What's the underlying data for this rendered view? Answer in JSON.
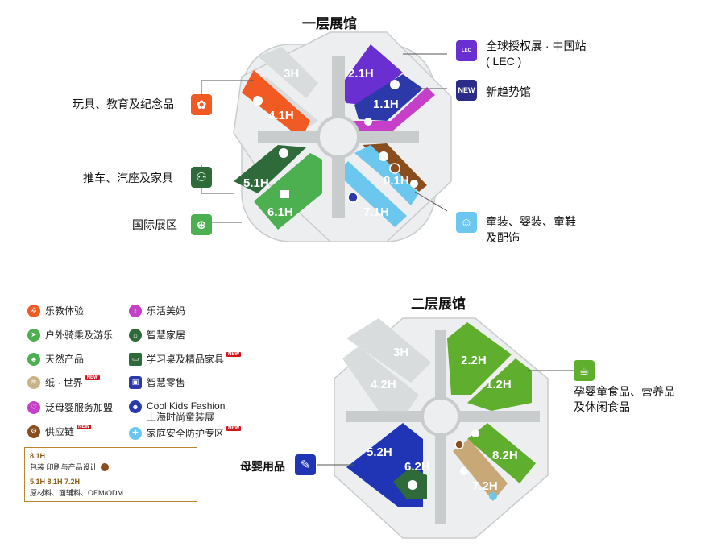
{
  "floor1": {
    "title": "一层展馆",
    "halls": [
      "3H",
      "2.1H",
      "1.1H",
      "4.1H",
      "5.1H",
      "6.1H",
      "7.1H",
      "8.1H"
    ],
    "callouts": {
      "lec_line1": "全球授权展 · 中国站",
      "lec_line2": "( LEC )",
      "new_trend": "新趋势馆",
      "new_badge": "NEW",
      "toys": "玩具、教育及纪念品",
      "stroller": "推车、汽座及家具",
      "intl": "国际展区",
      "apparel_line1": "童装、婴装、童鞋",
      "apparel_line2": "及配饰"
    }
  },
  "floor2": {
    "title": "二层展馆",
    "halls": [
      "3H",
      "4.2H",
      "2.2H",
      "1.2H",
      "5.2H",
      "6.2H",
      "8.2H",
      "7.2H"
    ],
    "callouts": {
      "food_line1": "孕婴童食品、营养品",
      "food_line2": "及休闲食品",
      "maternal": "母婴用品"
    }
  },
  "legend": {
    "left": [
      "乐教体验",
      "户外骑乘及游乐",
      "天然产品",
      "纸 · 世界",
      "泛母婴服务加盟",
      "供应链"
    ],
    "right": [
      "乐活美妈",
      "智慧家居",
      "学习桌及精品家具",
      "智慧零售",
      "Cool Kids Fashion",
      "家庭安全防护专区"
    ],
    "right_sub": "上海时尚童装展",
    "new_label": "NEW"
  },
  "note": {
    "h1": "8.1H",
    "l1": "包装 印刷与产品设计",
    "h2": "5.1H  8.1H  7.2H",
    "l2": "原材料、面辅料、OEM/ODM"
  },
  "colors": {
    "gray": "#d9dcdd",
    "orange": "#f15a22",
    "purple": "#6a2fd1",
    "navy": "#2b3aa8",
    "magenta": "#c63fc8",
    "darkgreen": "#2f6b3a",
    "green": "#4caf50",
    "lightblue": "#6cc7ef",
    "brown": "#8a4e1e",
    "limegreen": "#5fae2e",
    "blue": "#1f35b5",
    "tan": "#c9a877"
  }
}
